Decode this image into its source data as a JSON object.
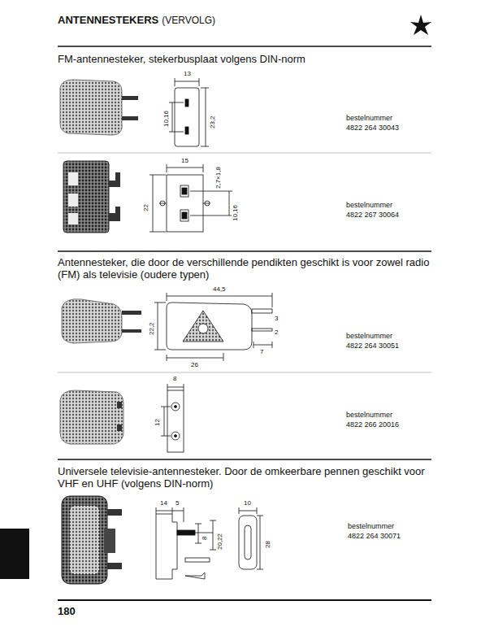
{
  "diagram": {
    "title": "ANTENNESTEKERS",
    "labels": [
      "(VERVOLG)",
      "FM-antennesteker, stekerbusplaat volgens DIN-norm",
      "13",
      "10,16",
      "23,2",
      "bestelnummer",
      "4822 264 30043",
      "15",
      "2,7×1,8",
      "22",
      "10,16",
      "bestelnummer",
      "4822 267 30064",
      "Antennesteker, die door de verschillende pendikten geschikt is voor zowel radio (FM) als televisie (oudere typen)",
      "44,5",
      "22,2",
      "3",
      "2",
      "7",
      "26",
      "bestelnummer",
      "4822 264 30051",
      "8",
      "12",
      "bestelnummer",
      "4822 266 20016",
      "Universele televisie-antennesteker. Door de omkeerbare pennen geschikt voor VHF en UHF (volgens DIN-norm)",
      "14",
      "5",
      "10",
      "8",
      "20,22",
      "28",
      "bestelnummer",
      "4822 264 30071",
      "180"
    ]
  }
}
